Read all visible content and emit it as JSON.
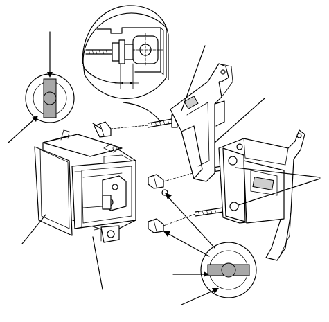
{
  "diagram": {
    "style": "monochrome exploded-view line drawing",
    "colors": {
      "line": "#000000",
      "background": "#ffffff",
      "shade_dark": "#a8a8a8",
      "shade_light": "#cfcfcf"
    },
    "parts": [
      "detail-view-bolt-gap",
      "detail-view-clip-left",
      "detail-view-clip-bottom",
      "control-unit",
      "mounting-bracket-upper",
      "mounting-bracket-lower",
      "mounting-bolt",
      "rubber-grommet"
    ]
  }
}
